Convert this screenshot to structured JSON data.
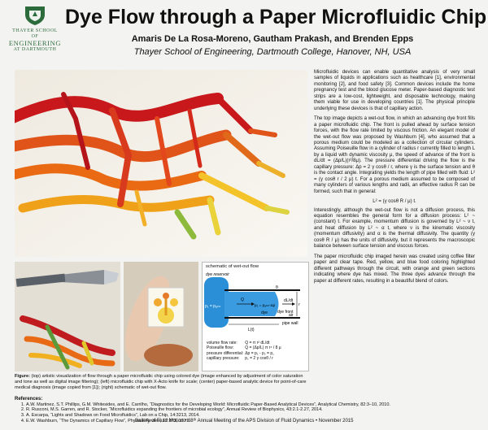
{
  "logo": {
    "line1": "THAYER SCHOOL OF",
    "line2": "ENGINEERING",
    "line3": "AT DARTMOUTH"
  },
  "title": "Dye Flow through a Paper Microfluidic Chip",
  "authors": "Amaris De La Rosa-Moreno, Gautham Prakash, and Brenden Epps",
  "affiliation": "Thayer School of Engineering, Dartmouth College, Hanover, NH, USA",
  "body": {
    "p1": "Microfluidic devices can enable quantitative analysis of very small samples of liquids in applications such as healthcare [1], environmental monitoring [2], and food safety [3]. Common devices include the home pregnancy test and the blood glucose meter. Paper-based diagnostic test strips are a low-cost, lightweight, and disposable technology, making them viable for use in developing countries [1]. The physical principle underlying these devices is that of capillary action.",
    "p2": "The top image depicts a wet-out flow, in which an advancing dye front fills a paper microfluidic chip. The front is pulled ahead by surface tension forces, with the flow rate limited by viscous friction. An elegant model of the wet-out flow was proposed by Washburn [4], who assumed that a porous medium could be modeled as a collection of circular cylinders. Assuming Poiseuille flow in a cylinder of radius r currently filled to length L by a liquid with dynamic viscosity μ, the speed of advance of the front is dL/dt = (Δp/L)(r²/8μ). The pressure differential driving the flow is the capillary pressure: Δp = 2 γ cosθ / r, where γ is the surface tension and θ is the contact angle. Integrating yields the length of pipe filled with fluid: L² = (γ cosθ r / 2 μ) t. For a porous medium assumed to be composed of many cylinders of various lengths and radii, an effective radius R can be formed, such that in general:",
    "eq": "L² = (γ cosθ R / μ) t.",
    "p3": "Interestingly, although the wet-out flow is not a diffusion process, this equation resembles the general form for a diffusion process: L² ~ (constant) t. For example, momentum diffusion is governed by L² ~ ν t, and heat diffusion by L² ~ α t, where ν is the kinematic viscosity (momentum diffusivity) and α is the thermal diffusivity. The quantity (γ cosθ R / μ) has the units of diffusivity, but it represents the macroscopic balance between surface tension and viscous forces.",
    "p4": "The paper microfluidic chip imaged herein was created using coffee filter paper and clear tape. Red, yellow, and blue food coloring highlighted different pathways through the circuit, with orange and green sections indicating where dye has mixed. The three dyes advance through the paper at different rates, resulting in a beautiful blend of colors."
  },
  "schematic": {
    "title": "schematic of wet-out flow",
    "dye_reservoir": "dye reservoir",
    "p1": "p₁ = pₐₜₘ",
    "Q": "Q",
    "p2": "p₂ = pₐₜₘ-Δp",
    "theta": "θ",
    "dLdt": "dL/dt",
    "r": "r",
    "front": "dye front",
    "air": "air",
    "dye": "dye",
    "L": "L(t)",
    "pipe": "pipe wall",
    "defs": [
      {
        "k": "volume flow rate:",
        "v": "Q = π r² dL/dt"
      },
      {
        "k": "Poiseuille flow:",
        "v": "Q = (Δp/L) π r⁴ / 8 μ"
      },
      {
        "k": "pressure differential:",
        "v": "Δp = p₁ - p₂ = p꜀"
      },
      {
        "k": "capillary pressure:",
        "v": "p꜀ = 2 γ cosθ / r"
      }
    ]
  },
  "caption": {
    "label": "Figure:",
    "text": " (top) artistic visualization of flow through a paper microfluidic chip using colored dye (image enhanced by adjustment of color saturation and tone as well as digital image filtering); (left) microfluidic chip with X-Acto knife for scale; (center) paper-based analytic device for point-of-care medical diagnosis (image copied from [1]); (right) schematic of wet-out flow."
  },
  "references": {
    "heading": "References:",
    "items": [
      "A.W. Martinez, S.T. Phillips, G.M. Whitesides, and E. Carrilho, “Diagnostics for the Developing World: Microfluidic Paper-Based Analytical Devices”, Analytical Chemistry, 82:3–10, 2010.",
      "R. Rusconi, M.S. Garren, and R. Stocker, “Microfluidics expanding the frontiers of microbial ecology”, Annual Review of Biophysics, 43:2.1-2.27, 2014.",
      "A. Escarpa, “Lights and Shadows on Food Microfluidics”, Lab on a Chip, 14:3213, 2014.",
      "E.W. Washburn, “The Dynamics of Capillary Flow”, Physical Review, 17:273, 1921."
    ]
  },
  "footer": "Gallery of Fluid Motion  •  68ᵗʰ Annual Meeting of the APS Division of Fluid Dynamics  •  November 2015"
}
